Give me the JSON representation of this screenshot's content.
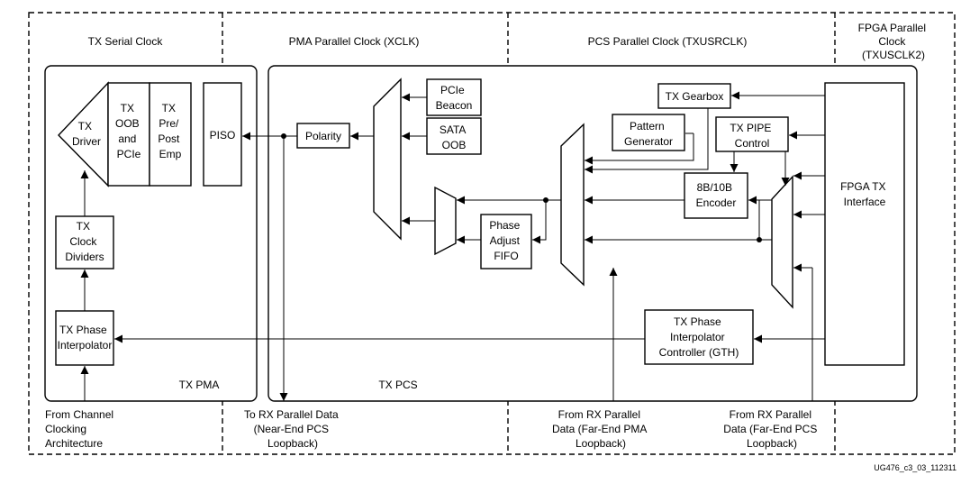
{
  "domains": {
    "tx_serial": "TX Serial Clock",
    "pma_parallel": "PMA Parallel Clock (XCLK)",
    "pcs_parallel": "PCS Parallel Clock (TXUSRCLK)",
    "fpga_parallel": [
      "FPGA Parallel",
      "Clock",
      "(TXUSCLK2)"
    ]
  },
  "groups": {
    "tx_pma": "TX PMA",
    "tx_pcs": "TX PCS"
  },
  "blocks": {
    "tx_driver": [
      "TX",
      "Driver"
    ],
    "tx_oob": [
      "TX",
      "OOB",
      "and",
      "PCIe"
    ],
    "tx_preemp": [
      "TX",
      "Pre/",
      "Post",
      "Emp"
    ],
    "piso": "PISO",
    "clock_dividers": [
      "TX",
      "Clock",
      "Dividers"
    ],
    "phase_interp": [
      "TX Phase",
      "Interpolator"
    ],
    "polarity": "Polarity",
    "pcie_beacon": [
      "PCIe",
      "Beacon"
    ],
    "sata_oob": [
      "SATA",
      "OOB"
    ],
    "phase_fifo": [
      "Phase",
      "Adjust",
      "FIFO"
    ],
    "pattern_gen": [
      "Pattern",
      "Generator"
    ],
    "tx_gearbox": "TX Gearbox",
    "pipe_control": [
      "TX PIPE",
      "Control"
    ],
    "encoder": [
      "8B/10B",
      "Encoder"
    ],
    "pi_controller": [
      "TX Phase",
      "Interpolator",
      "Controller (GTH)"
    ],
    "fpga_tx": [
      "FPGA TX",
      "Interface"
    ]
  },
  "captions": {
    "from_channel": [
      "From Channel",
      "Clocking",
      "Architecture"
    ],
    "to_rx": [
      "To RX Parallel Data",
      "(Near-End PCS",
      "Loopback)"
    ],
    "from_rx_pma": [
      "From RX Parallel",
      "Data (Far-End PMA",
      "Loopback)"
    ],
    "from_rx_pcs": [
      "From RX Parallel",
      "Data (Far-End PCS",
      "Loopback)"
    ]
  },
  "figure_id": "UG476_c3_03_112311"
}
